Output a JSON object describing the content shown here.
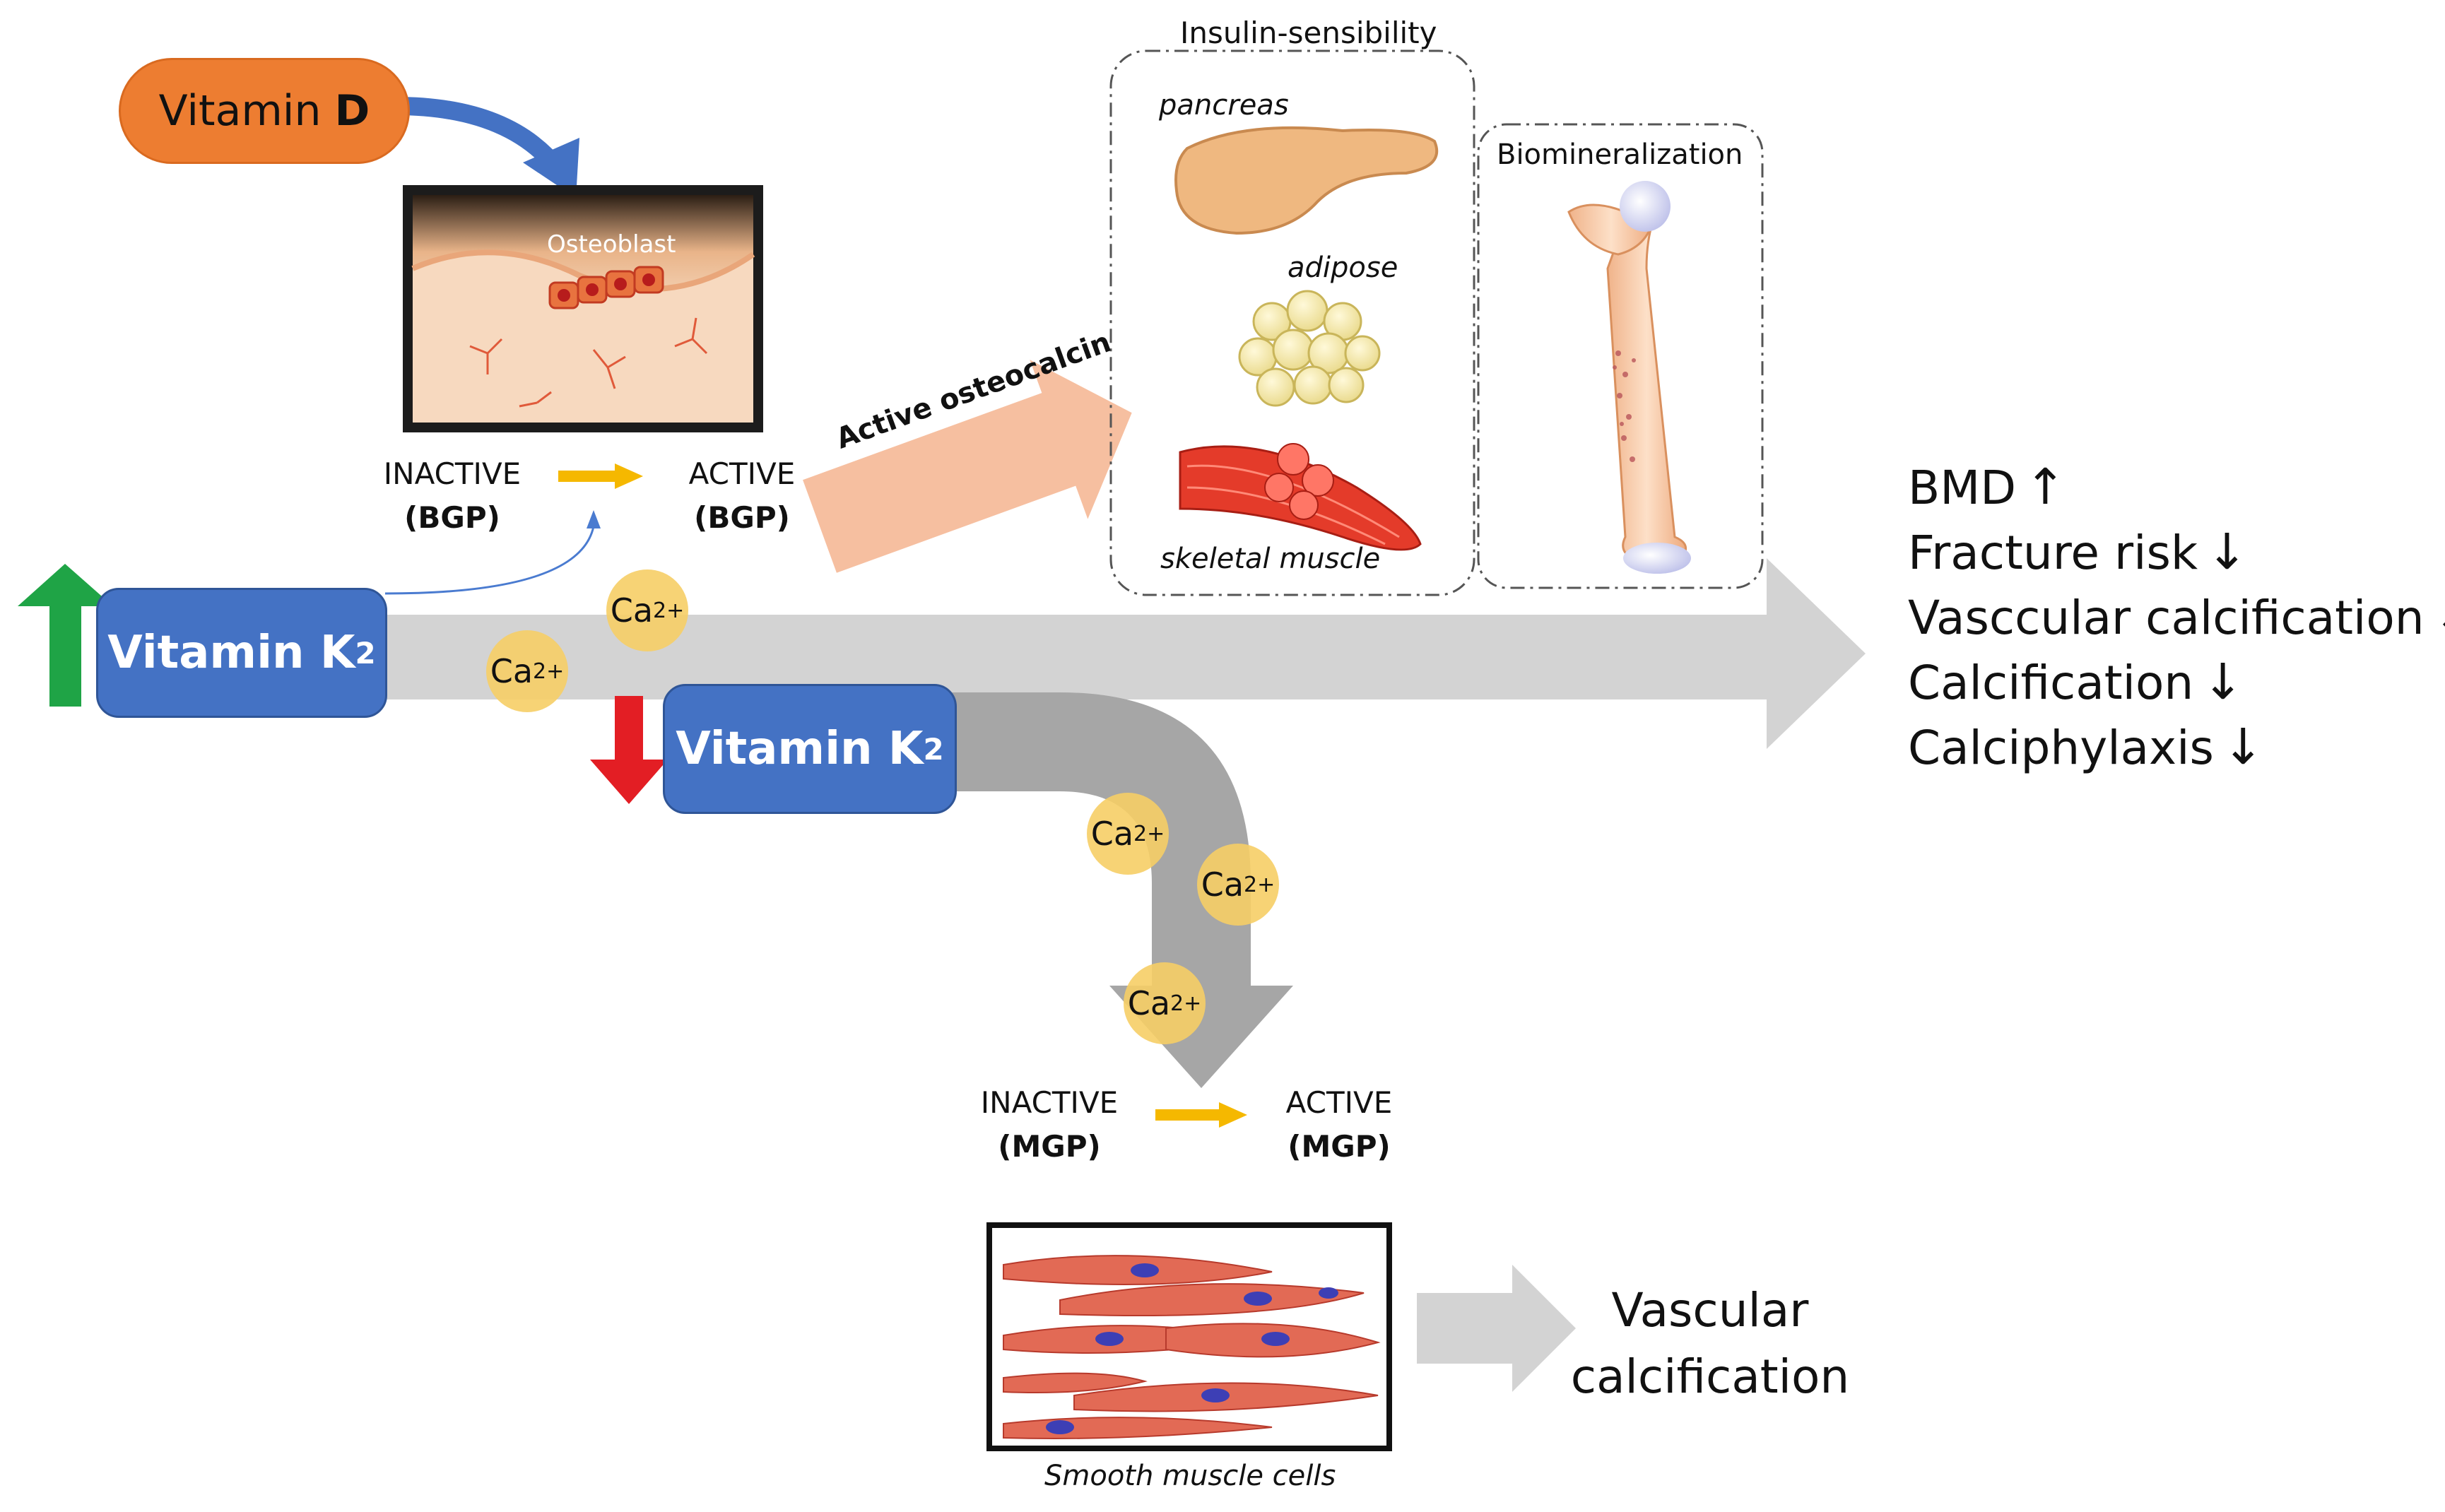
{
  "colors": {
    "vitamin_d_fill": "#ED7D31",
    "vitamin_k2_fill": "#4472C4",
    "main_arrow": "#D3D3D3",
    "branch_arrow": "#A6A6A6",
    "calcium": "#F6CE66",
    "up_arrow": "#1FA446",
    "down_arrow": "#E31E24",
    "activation_arrow": "#F5B800",
    "osteocalcin_arrow": "#F6BFA0"
  },
  "vitamin_d": {
    "label_pre": "Vitamin ",
    "label_bold": "D"
  },
  "osteoblast": {
    "label": "Osteoblast"
  },
  "bgp": {
    "inactive": "INACTIVE",
    "active": "ACTIVE",
    "protein": "(BGP)"
  },
  "active_osteocalcin": {
    "label": "Active osteocalcin"
  },
  "insulin": {
    "title": "Insulin-sensibility",
    "pancreas": "pancreas",
    "adipose": "adipose",
    "muscle": "skeletal muscle"
  },
  "biomineralization": {
    "title": "Biomineralization"
  },
  "vitamin_k2": {
    "label": "Vitamin K",
    "sub": "2"
  },
  "calcium": {
    "label": "Ca",
    "charge": "2+"
  },
  "outcomes": [
    {
      "text": "BMD",
      "arrow": "↑"
    },
    {
      "text": "Fracture risk",
      "arrow": "↓"
    },
    {
      "text": "Vasccular calcification",
      "arrow": "↓"
    },
    {
      "text": "Calcification",
      "arrow": "↓"
    },
    {
      "text": "Calciphylaxis",
      "arrow": "↓"
    }
  ],
  "mgp": {
    "inactive": "INACTIVE",
    "active": "ACTIVE",
    "protein": "(MGP)"
  },
  "smooth_muscle": {
    "caption": "Smooth muscle cells"
  },
  "vascular": {
    "line1": "Vascular",
    "line2": "calcification"
  }
}
